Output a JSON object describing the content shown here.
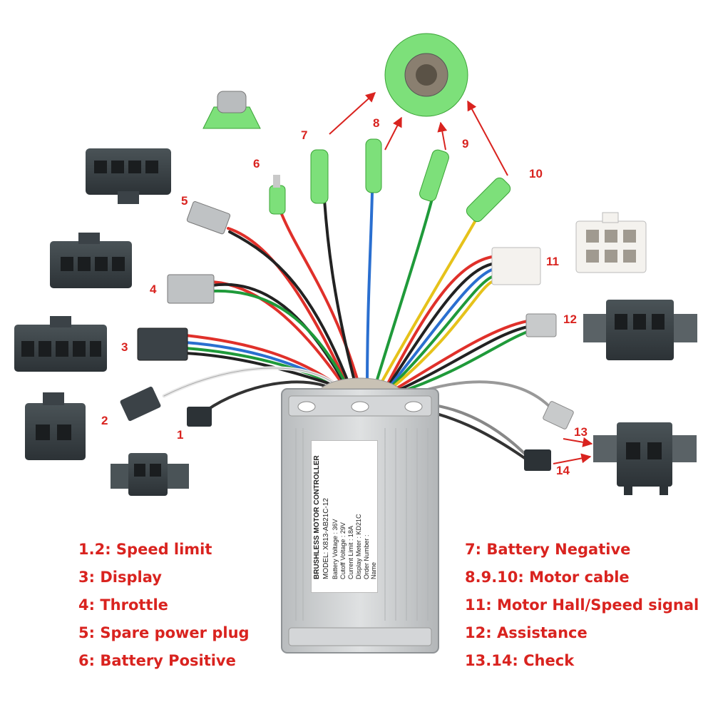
{
  "callouts": {
    "n1": "1",
    "n2": "2",
    "n3": "3",
    "n4": "4",
    "n5": "5",
    "n6": "6",
    "n7": "7",
    "n8": "8",
    "n9": "9",
    "n10": "10",
    "n11": "11",
    "n12": "12",
    "n13": "13",
    "n14": "14"
  },
  "legend_left": [
    {
      "key": "1.2:",
      "text": "Speed limit"
    },
    {
      "key": "3:",
      "text": "Display"
    },
    {
      "key": "4:",
      "text": "Throttle"
    },
    {
      "key": "5:",
      "text": "Spare power plug"
    },
    {
      "key": "6:",
      "text": "Battery Positive"
    }
  ],
  "legend_right": [
    {
      "key": "7:",
      "text": "Battery Negative"
    },
    {
      "key": "8.9.10:",
      "text": "Motor cable"
    },
    {
      "key": "11:",
      "text": "Motor Hall/Speed signal"
    },
    {
      "key": "12:",
      "text": "Assistance"
    },
    {
      "key": "13.14:",
      "text": "Check"
    }
  ],
  "controller_label": {
    "title": "BRUSHLESS MOTOR CONTROLLER",
    "model": "MODEL: X813-AB21C-12",
    "lines": [
      "Battery Voltage : 36V",
      "Cutoff Voltage : 29V",
      "Current  Limit : 18A",
      "Display Meter : KD21C",
      "Order  Number :",
      "Name"
    ]
  },
  "colors": {
    "callout_red": "#d9231f",
    "wire_red": "#e0302a",
    "wire_black": "#222222",
    "wire_blue": "#2a6fd0",
    "wire_green": "#1f9a3a",
    "wire_yellow": "#e6c21a",
    "sleeve_green": "#7de07a",
    "housing_grey": "#3b4247",
    "controller_silver": "#c9ccce"
  }
}
